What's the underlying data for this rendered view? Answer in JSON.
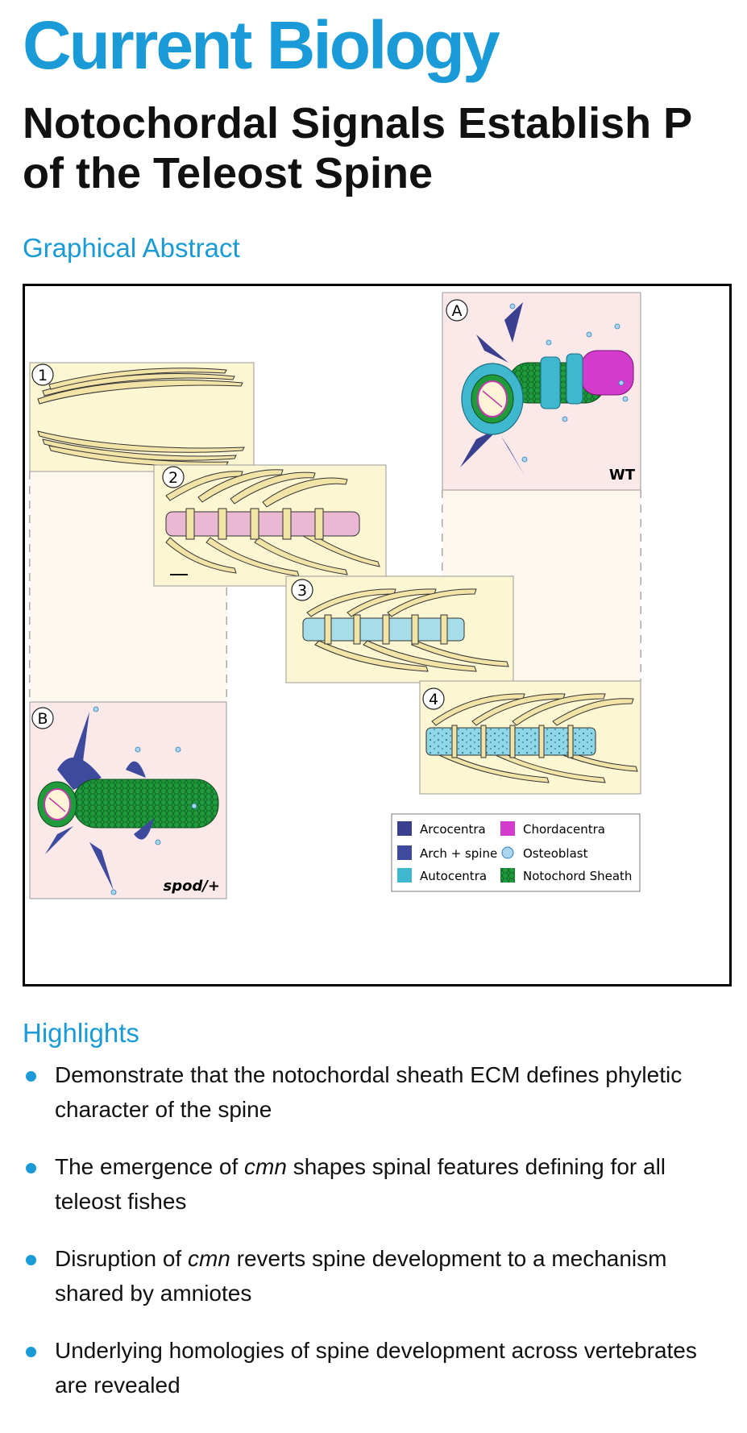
{
  "journal": "Current Biology",
  "title_line1": "Notochordal Signals Establish P",
  "title_line2": "of the Teleost Spine",
  "graphical_abstract": {
    "heading": "Graphical Abstract",
    "panels": {
      "p1": "1",
      "p2": "2",
      "p3": "3",
      "p4": "4",
      "pa": "A",
      "pb": "B",
      "wt": "WT",
      "spod": "spod/+"
    },
    "legend": {
      "arcocentra": "Arcocentra",
      "arch_spine": "Arch + spine",
      "autocentra": "Autocentra",
      "chordacentra": "Chordacentra",
      "osteoblast": "Osteoblast",
      "notochord_sheath": "Notochord Sheath"
    },
    "colors": {
      "arcocentra": "#3b3f8f",
      "arch_spine": "#3d4a9e",
      "autocentra": "#3fb8cf",
      "chordacentra": "#d23bcb",
      "osteoblast": "#a9d6ee",
      "notochord_sheath": "#1f9a3c"
    }
  },
  "highlights": {
    "heading": "Highlights",
    "items": [
      {
        "pre": "Demonstrate that the notochordal sheath ECM defines phyletic character of the spine",
        "em": "",
        "post": ""
      },
      {
        "pre": "The emergence of ",
        "em": "cmn",
        "post": " shapes spinal features defining for all teleost fishes"
      },
      {
        "pre": "Disruption of ",
        "em": "cmn",
        "post": " reverts spine development to a mechanism shared by amniotes"
      },
      {
        "pre": "Underlying homologies of spine development across vertebrates are revealed",
        "em": "",
        "post": ""
      }
    ]
  }
}
